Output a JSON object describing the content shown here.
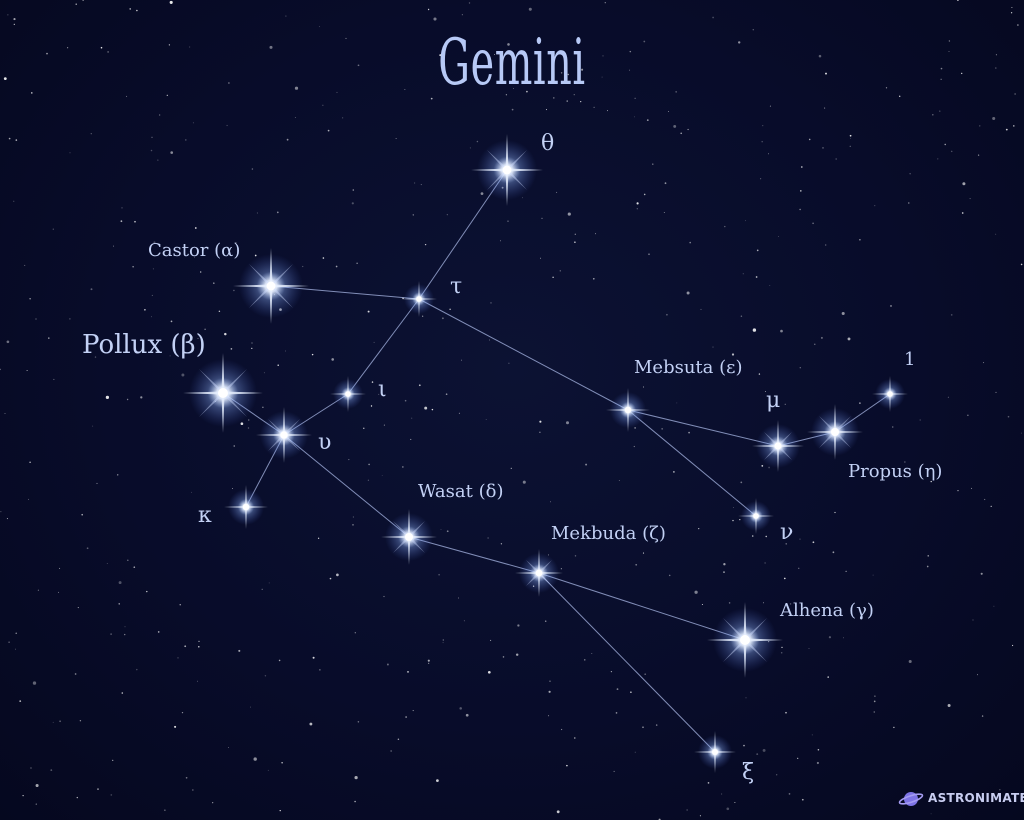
{
  "title": "Gemini",
  "labels": {
    "castor": "Castor (α)",
    "pollux": "Pollux (β)",
    "theta": "θ",
    "tau": "τ",
    "iota": "ι",
    "upsilon": "υ",
    "kappa": "κ",
    "mebsuta": "Mebsuta (ε)",
    "mu": "μ",
    "one": "1",
    "propus": "Propus (η)",
    "nu": "ν",
    "wasat": "Wasat (δ)",
    "mekbuda": "Mekbuda (ζ)",
    "alhena": "Alhena (γ)",
    "xi": "ξ"
  },
  "logo": {
    "text": "ASTRONIMATE"
  },
  "colors": {
    "background": "#080c2a",
    "text": "#c3d1f5",
    "line": "#aab8e6",
    "star": "#dfe9ff"
  }
}
